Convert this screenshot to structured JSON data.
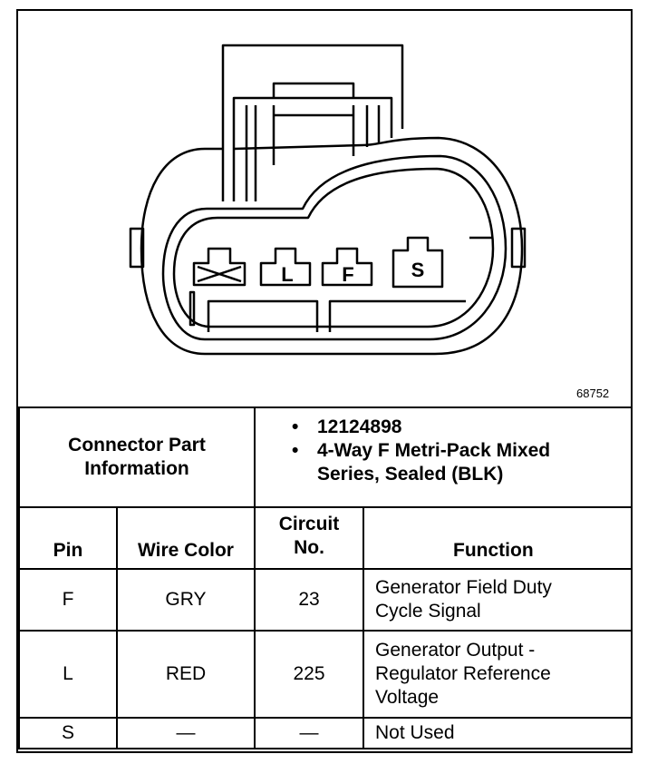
{
  "figure_number": "68752",
  "connector_pins": {
    "pin_2": "L",
    "pin_3": "F",
    "pin_4": "S"
  },
  "connector_info": {
    "label_line1": "Connector Part",
    "label_line2": "Information",
    "part_number": "12124898",
    "description_line1": "4-Way F Metri-Pack Mixed",
    "description_line2": "Series, Sealed (BLK)"
  },
  "headers": {
    "pin": "Pin",
    "wire_color": "Wire Color",
    "circuit_line1": "Circuit",
    "circuit_line2": "No.",
    "function": "Function"
  },
  "rows": [
    {
      "pin": "F",
      "wire_color": "GRY",
      "circuit": "23",
      "function_lines": [
        "Generator Field Duty",
        "Cycle Signal"
      ]
    },
    {
      "pin": "L",
      "wire_color": "RED",
      "circuit": "225",
      "function_lines": [
        "Generator Output -",
        "Regulator Reference",
        "Voltage"
      ]
    },
    {
      "pin": "S",
      "wire_color": "—",
      "circuit": "—",
      "function_lines": [
        "Not Used"
      ]
    }
  ]
}
